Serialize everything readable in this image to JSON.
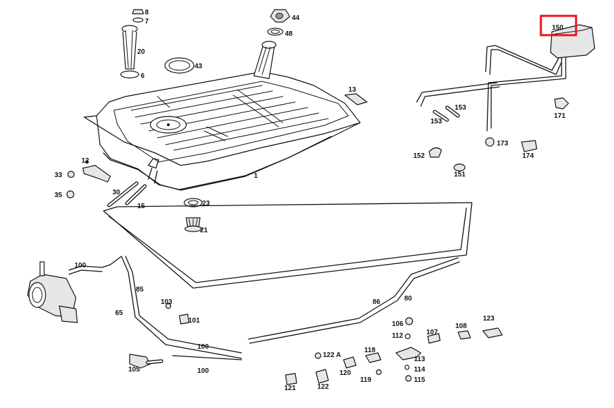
{
  "diagram": {
    "highlight_color": "#e8141c",
    "highlighted_part": "150",
    "labels": {
      "l1": "1",
      "l6": "6",
      "l7": "7",
      "l8": "8",
      "l12": "12",
      "l13": "13",
      "l15": "15",
      "l20": "20",
      "l21": "21",
      "l23": "23",
      "l30": "30",
      "l33": "33",
      "l35": "35",
      "l43": "43",
      "l44": "44",
      "l48": "48",
      "l65": "65",
      "l80": "80",
      "l85": "85",
      "l86": "86",
      "l100a": "100",
      "l100b": "100",
      "l100c": "100",
      "l101": "101",
      "l103": "103",
      "l105": "105",
      "l106": "106",
      "l107": "107",
      "l108": "108",
      "l112": "112",
      "l113": "113",
      "l114": "114",
      "l115": "115",
      "l118": "118",
      "l119": "119",
      "l120": "120",
      "l121": "121",
      "l122": "122",
      "l122a": "122 A",
      "l123": "123",
      "l150": "150",
      "l151": "151",
      "l152": "152",
      "l153a": "153",
      "l153b": "153",
      "l171": "171",
      "l173": "173",
      "l174": "174"
    }
  }
}
